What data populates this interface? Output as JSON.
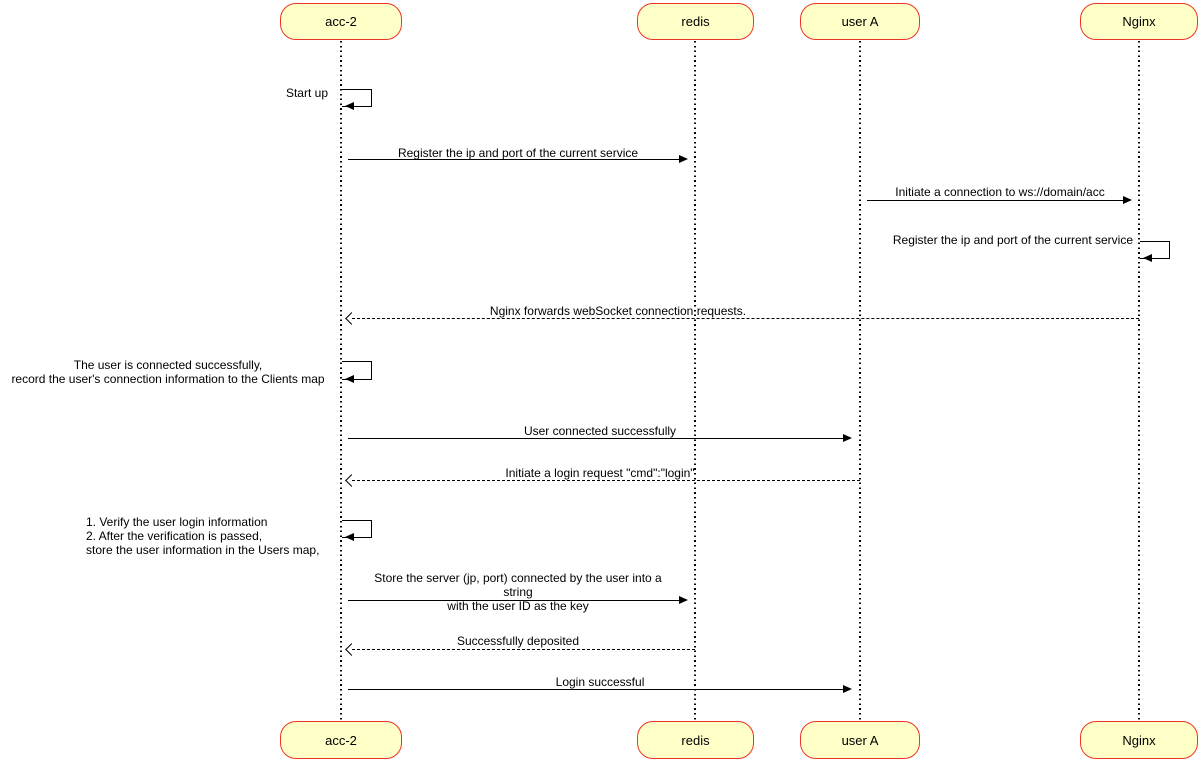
{
  "diagram_type": "sequence-diagram",
  "colors": {
    "background": "#ffffff",
    "participant_fill": "#ffffc8",
    "participant_border": "#ee3524",
    "line": "#000000",
    "text": "#000000"
  },
  "participants": [
    {
      "id": "acc-2",
      "label": "acc-2"
    },
    {
      "id": "redis",
      "label": "redis"
    },
    {
      "id": "user-a",
      "label": "user A"
    },
    {
      "id": "nginx",
      "label": "Nginx"
    }
  ],
  "messages": [
    {
      "type": "self",
      "from": "acc-2",
      "to": "acc-2",
      "label": "Start up"
    },
    {
      "type": "solid",
      "from": "acc-2",
      "to": "redis",
      "label": "Register the ip and port of the current service"
    },
    {
      "type": "solid",
      "from": "user-a",
      "to": "nginx",
      "label": "Initiate a connection to ws://domain/acc"
    },
    {
      "type": "self",
      "from": "nginx",
      "to": "nginx",
      "label": "Register the ip and port of the current service"
    },
    {
      "type": "dashed",
      "from": "nginx",
      "to": "acc-2",
      "label": "Nginx forwards webSocket connection requests."
    },
    {
      "type": "self",
      "from": "acc-2",
      "to": "acc-2",
      "label": "The user is connected successfully,\nrecord the user's connection information to the Clients map"
    },
    {
      "type": "solid",
      "from": "acc-2",
      "to": "user-a",
      "label": "User connected successfully"
    },
    {
      "type": "dashed",
      "from": "user-a",
      "to": "acc-2",
      "label": "Initiate a login request \"cmd\":\"login\""
    },
    {
      "type": "self",
      "from": "acc-2",
      "to": "acc-2",
      "label": "1. Verify the user login information\n2. After the verification is passed,\nstore the user information in the Users map,"
    },
    {
      "type": "solid",
      "from": "acc-2",
      "to": "redis",
      "label": "Store the server (jp, port) connected by the user into a string\nwith the user ID as the key"
    },
    {
      "type": "dashed",
      "from": "redis",
      "to": "acc-2",
      "label": "Successfully deposited"
    },
    {
      "type": "solid",
      "from": "acc-2",
      "to": "user-a",
      "label": "Login successful"
    }
  ]
}
